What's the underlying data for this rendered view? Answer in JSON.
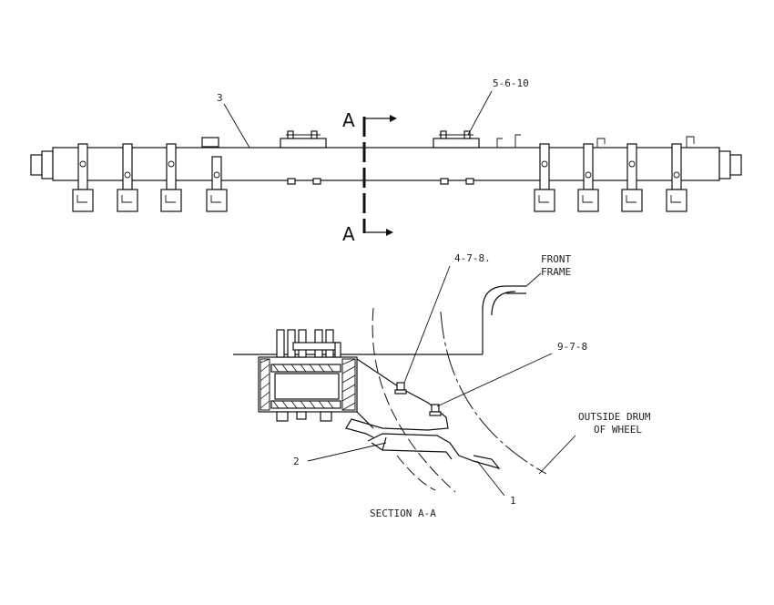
{
  "labels": {
    "part_3": "3",
    "part_5_6_10": "5-6-10",
    "section_letter_top": "A",
    "section_letter_bottom": "A",
    "part_4_7_8": "4-7-8.",
    "front_frame_line1": "FRONT",
    "front_frame_line2": "FRAME",
    "part_9_7_8": "9-7-8",
    "outside_drum_line1": "OUTSIDE DRUM",
    "outside_drum_line2": "OF WHEEL",
    "part_2": "2",
    "part_1": "1",
    "section_title": "SECTION A-A"
  }
}
